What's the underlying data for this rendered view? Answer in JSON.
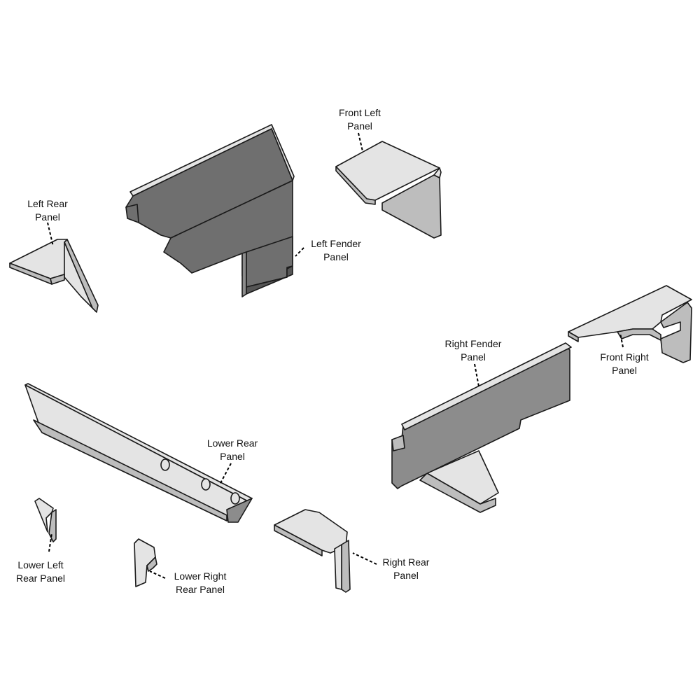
{
  "labels": {
    "front_left": [
      "Front Left",
      "Panel"
    ],
    "left_rear": [
      "Left Rear",
      "Panel"
    ],
    "left_fender": [
      "Left Fender",
      "Panel"
    ],
    "right_fender": [
      "Right Fender",
      "Panel"
    ],
    "front_right": [
      "Front Right",
      "Panel"
    ],
    "lower_rear": [
      "Lower Rear",
      "Panel"
    ],
    "lower_left_rear": [
      "Lower Left",
      "Rear Panel"
    ],
    "lower_right_rear": [
      "Lower Right",
      "Rear Panel"
    ],
    "right_rear": [
      "Right Rear",
      "Panel"
    ]
  }
}
